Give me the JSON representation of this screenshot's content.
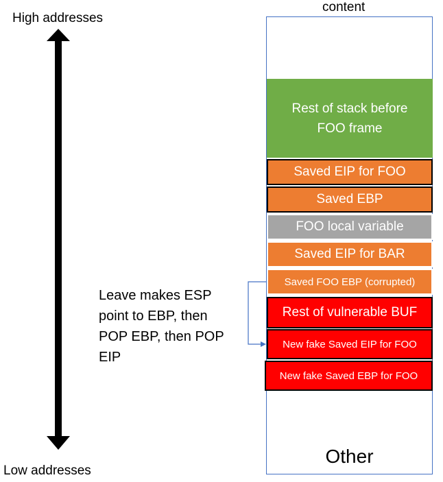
{
  "labels": {
    "high_addresses": "High addresses",
    "low_addresses": "Low addresses",
    "content": "content",
    "other": "Other",
    "explanation": "Leave makes ESP point to EBP, then POP EBP, then POP EIP"
  },
  "stack_blocks": [
    {
      "text": "Rest of stack before FOO frame",
      "color": "#70ad47"
    },
    {
      "text": "Saved EIP for FOO",
      "color": "#ed7d31"
    },
    {
      "text": "Saved EBP",
      "color": "#ed7d31"
    },
    {
      "text": "FOO local variable",
      "color": "#a5a5a5"
    },
    {
      "text": "Saved EIP for BAR",
      "color": "#ed7d31"
    },
    {
      "text": "Saved FOO EBP (corrupted)",
      "color": "#ed7d31"
    },
    {
      "text": "Rest of vulnerable BUF",
      "color": "#ff0000"
    },
    {
      "text": "New fake Saved EIP for FOO",
      "color": "#ff0000"
    },
    {
      "text": "New fake Saved EBP for FOO",
      "color": "#ff0000"
    }
  ],
  "colors": {
    "arrow": "#000000",
    "connector": "#4472c4",
    "container_border": "#4472c4"
  }
}
